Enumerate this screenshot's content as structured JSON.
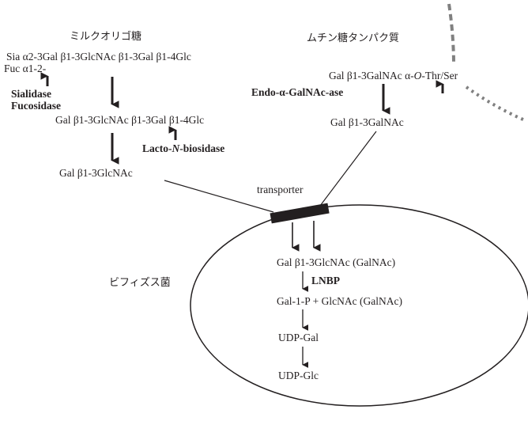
{
  "milk": {
    "title": "ミルクオリゴ糖",
    "full": "Sia α2-3Gal β1-3GlcNAc β1-3Gal β1-4Glc",
    "fuc": "Fuc α1-2-",
    "enzyme1a": "Sialidase",
    "enzyme1b": "Fucosidase",
    "intermediate": "Gal β1-3GlcNAc β1-3Gal β1-4Glc",
    "enzyme2_pre": "Lacto-",
    "enzyme2_n": "N",
    "enzyme2_post": "-biosidase",
    "product": "Gal β1-3GlcNAc"
  },
  "mucin": {
    "title": "ムチン糖タンパク質",
    "full_pre": "Gal β1-3GalNAc α-",
    "full_o": "O",
    "full_post": "-Thr/Ser",
    "enzyme": "Endo-α-GalNAc-ase",
    "product": "Gal β1-3GalNAc"
  },
  "transporter": "transporter",
  "cell": {
    "label": "ビフィズス菌",
    "step1": "Gal β1-3GlcNAc (GalNAc)",
    "enzyme": "LNBP",
    "step2": "Gal-1-P + GlcNAc (GalNAc)",
    "step3": "UDP-Gal",
    "step4": "UDP-Glc"
  },
  "colors": {
    "ink": "#231f20",
    "membrane": "#808080"
  }
}
